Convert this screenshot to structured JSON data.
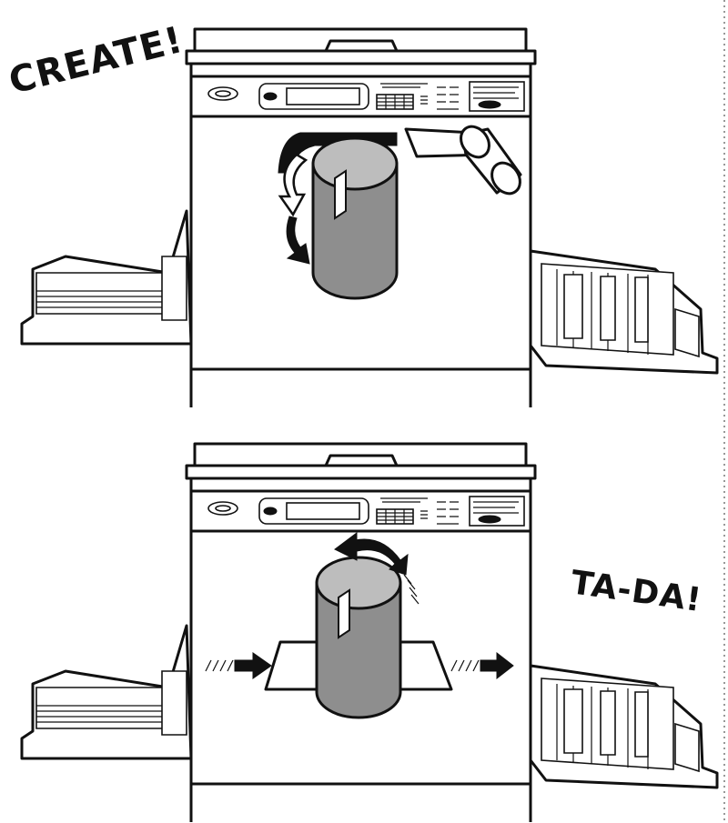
{
  "captions": {
    "top": "CREATE!",
    "bottom": "TA-DA!"
  },
  "panels": [
    {
      "name": "master-making-step",
      "drum_motion": "rotate-down",
      "arrow_color": "#111111"
    },
    {
      "name": "printing-step",
      "drum_motion": "rotate-up",
      "paper_flow": "left-to-right",
      "arrow_color": "#111111"
    }
  ],
  "colors": {
    "outline": "#111111",
    "drum_body": "#8e8e8e",
    "drum_cap": "#bdbdbd",
    "background": "#ffffff"
  }
}
